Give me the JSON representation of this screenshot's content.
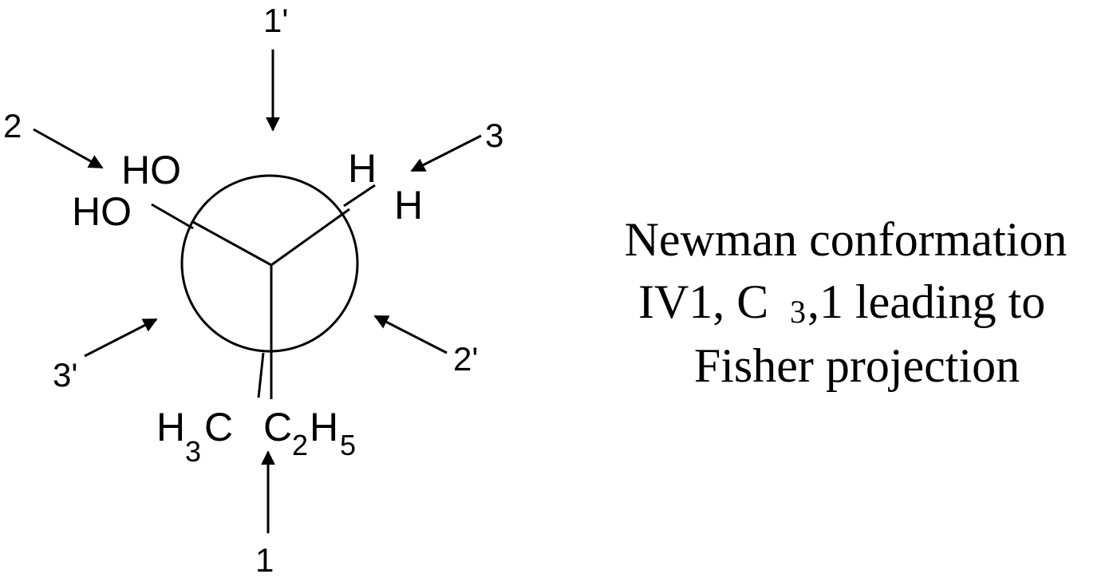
{
  "diagram": {
    "position_labels": {
      "p1_prime": "1'",
      "p2": "2",
      "p3": "3",
      "p3_prime": "3'",
      "p2_prime": "2'",
      "p1": "1"
    },
    "front_carbon_groups": {
      "upper_left": "HO",
      "upper_right": "H",
      "bottom_main": "C",
      "bottom_sub": "2",
      "bottom_end_main": "H",
      "bottom_end_sub": "5"
    },
    "back_carbon_groups": {
      "upper_left": "HO",
      "upper_right": "H",
      "bottom_main": "H",
      "bottom_sub": "3",
      "bottom_end_main": "C"
    },
    "caption": {
      "line1": "Newman conformation",
      "line2_a": "IV1, C",
      "line2_sub": "3",
      "line2_b": ",1 leading to",
      "line3": "Fisher projection"
    }
  }
}
